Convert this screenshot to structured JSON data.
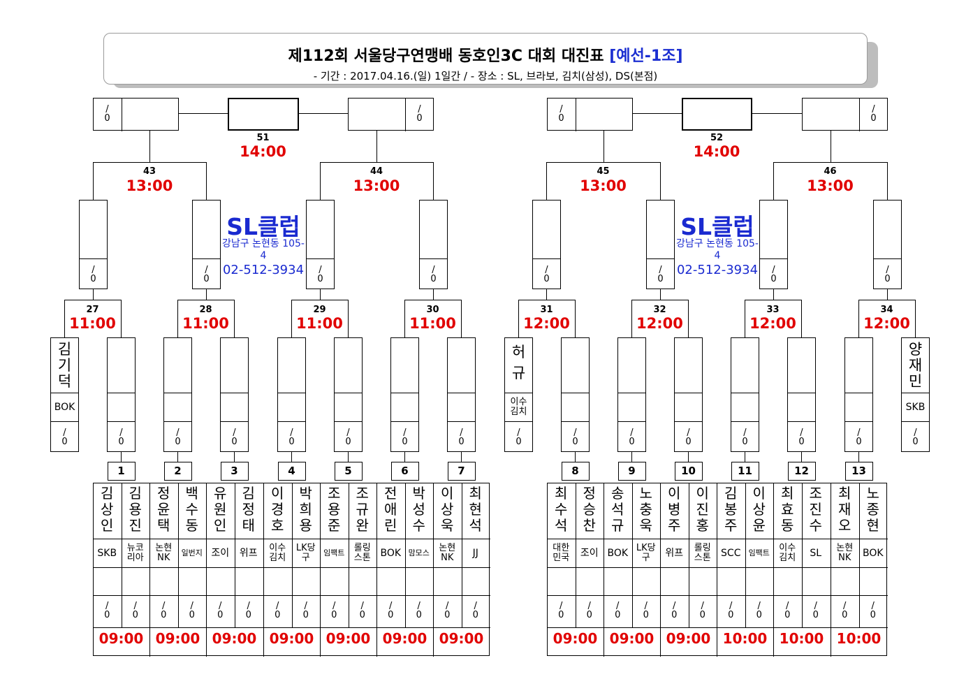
{
  "header": {
    "title": "제112회 서울당구연맹배 동호인3C 대회 대진표",
    "title_sub": "[예선-1조]",
    "subtitle": "- 기간 : 2017.04.16.(일) 1일간 / - 장소 : SL, 브라보, 김치(삼성), DS(본점)"
  },
  "venue": {
    "name": "SL클럽",
    "address": "강남구 논현동 105-4",
    "phone": "02-512-3934"
  },
  "score_placeholder": "/ 0",
  "accent_colors": {
    "time": "#e10000",
    "venue": "#1a2ad0"
  },
  "final_matches": [
    {
      "no": "51",
      "time": "14:00"
    },
    {
      "no": "52",
      "time": "14:00"
    }
  ],
  "semi_matches": [
    {
      "no": "43",
      "time": "13:00"
    },
    {
      "no": "44",
      "time": "13:00"
    },
    {
      "no": "45",
      "time": "13:00"
    },
    {
      "no": "46",
      "time": "13:00"
    }
  ],
  "r2_matches": [
    {
      "no": "27",
      "time": "11:00"
    },
    {
      "no": "28",
      "time": "11:00"
    },
    {
      "no": "29",
      "time": "11:00"
    },
    {
      "no": "30",
      "time": "11:00"
    },
    {
      "no": "31",
      "time": "12:00"
    },
    {
      "no": "32",
      "time": "12:00"
    },
    {
      "no": "33",
      "time": "12:00"
    },
    {
      "no": "34",
      "time": "12:00"
    }
  ],
  "byes": [
    {
      "name": "김기덕",
      "club": "BOK"
    },
    {
      "name": "허규",
      "club": "이수김치"
    },
    {
      "name": "양재민",
      "club": "SKB"
    }
  ],
  "first_round": [
    {
      "no": "1",
      "time": "09:00",
      "p1": {
        "name": "김상인",
        "club": "SKB"
      },
      "p2": {
        "name": "김용진",
        "club": "뉴코리아"
      }
    },
    {
      "no": "2",
      "time": "09:00",
      "p1": {
        "name": "정윤택",
        "club": "논현NK"
      },
      "p2": {
        "name": "백수동",
        "club": "일번지"
      }
    },
    {
      "no": "3",
      "time": "09:00",
      "p1": {
        "name": "유원인",
        "club": "조이"
      },
      "p2": {
        "name": "김정태",
        "club": "위프"
      }
    },
    {
      "no": "4",
      "time": "09:00",
      "p1": {
        "name": "이경호",
        "club": "이수김치"
      },
      "p2": {
        "name": "박희용",
        "club": "LK당구"
      }
    },
    {
      "no": "5",
      "time": "09:00",
      "p1": {
        "name": "조용준",
        "club": "임팩트"
      },
      "p2": {
        "name": "조규완",
        "club": "롤링스톤"
      }
    },
    {
      "no": "6",
      "time": "09:00",
      "p1": {
        "name": "전애린",
        "club": "BOK"
      },
      "p2": {
        "name": "박성수",
        "club": "맘모스"
      }
    },
    {
      "no": "7",
      "time": "09:00",
      "p1": {
        "name": "이상욱",
        "club": "논현NK"
      },
      "p2": {
        "name": "최현석",
        "club": "JJ"
      }
    },
    {
      "no": "8",
      "time": "09:00",
      "p1": {
        "name": "최수석",
        "club": "대한민국"
      },
      "p2": {
        "name": "정승찬",
        "club": "조이"
      }
    },
    {
      "no": "9",
      "time": "09:00",
      "p1": {
        "name": "송석규",
        "club": "BOK"
      },
      "p2": {
        "name": "노충욱",
        "club": "LK당구"
      }
    },
    {
      "no": "10",
      "time": "09:00",
      "p1": {
        "name": "이병주",
        "club": "위프"
      },
      "p2": {
        "name": "이진홍",
        "club": "롤링스톤"
      }
    },
    {
      "no": "11",
      "time": "10:00",
      "p1": {
        "name": "김봉주",
        "club": "SCC"
      },
      "p2": {
        "name": "이상윤",
        "club": "임팩트"
      }
    },
    {
      "no": "12",
      "time": "10:00",
      "p1": {
        "name": "최효동",
        "club": "이수김치"
      },
      "p2": {
        "name": "조진수",
        "club": "SL"
      }
    },
    {
      "no": "13",
      "time": "10:00",
      "p1": {
        "name": "최재오",
        "club": "논현NK"
      },
      "p2": {
        "name": "노종현",
        "club": "BOK"
      }
    }
  ]
}
